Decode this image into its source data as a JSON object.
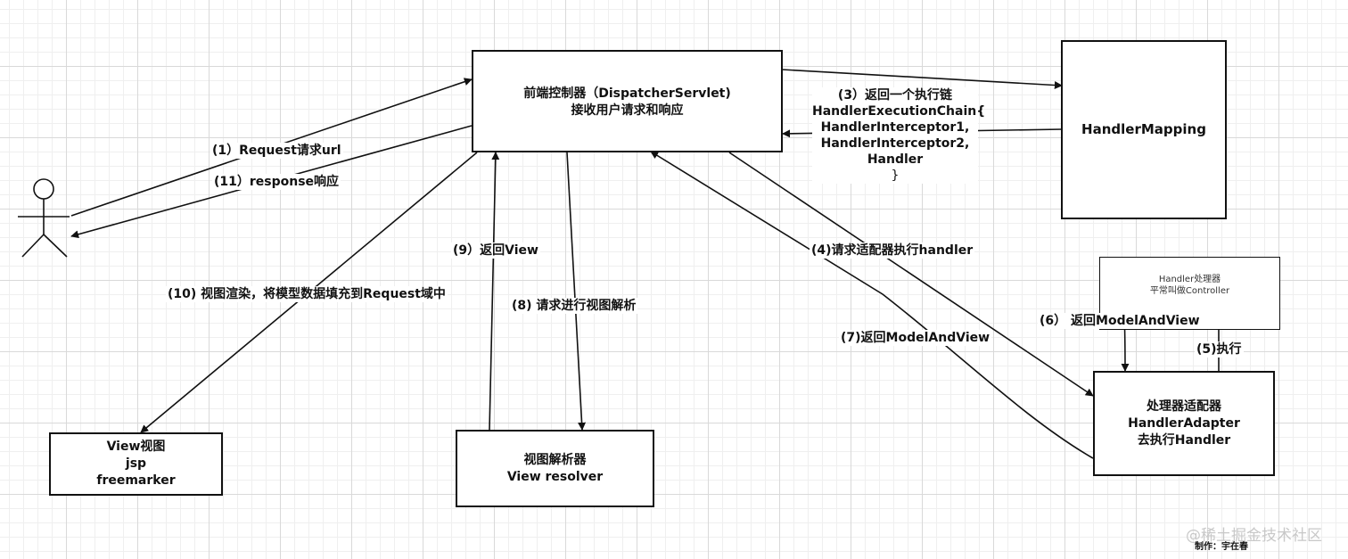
{
  "nodes": {
    "dispatcher": {
      "line1": "前端控制器（DispatcherServlet)",
      "line2": "接收用户请求和响应"
    },
    "handler_mapping": {
      "line1": "HandlerMapping"
    },
    "handler_box": {
      "line1": "Handler处理器",
      "line2": "平常叫做Controller"
    },
    "handler_adapter": {
      "line1": "处理器适配器",
      "line2": "HandlerAdapter",
      "line3": "去执行Handler"
    },
    "view": {
      "line1": "View视图",
      "line2": "jsp",
      "line3": "freemarker"
    },
    "view_resolver": {
      "line1": "视图解析器",
      "line2": "View resolver"
    }
  },
  "edges": {
    "e1": "(1）Request请求url",
    "e11": "(11）response响应",
    "e3": {
      "line1": "(3）返回一个执行链",
      "line2": "HandlerExecutionChain{",
      "line3": "HandlerInterceptor1,",
      "line4": "HandlerInterceptor2,",
      "line5": "Handler",
      "line6": "}"
    },
    "e4": "(4)请求适配器执行handler",
    "e5": "(5)执行",
    "e6": "(6）  返回ModelAndView",
    "e7": "(7)返回ModelAndView",
    "e8": "(8) 请求进行视图解析",
    "e9": "(9）返回View",
    "e10": "(10) 视图渲染，将模型数据填充到Request域中"
  },
  "watermark": "@稀土掘金技术社区",
  "credit": "制作：宇在春"
}
